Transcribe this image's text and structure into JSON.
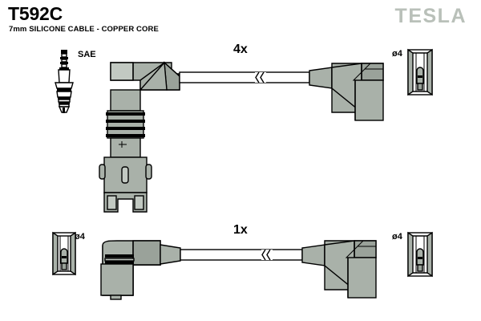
{
  "document": {
    "part_number": "T592C",
    "subtitle": "7mm SILICONE CABLE - COPPER CORE",
    "brand": "TESLA",
    "brand_color": "#b9c0b9",
    "metal_color": "#a9b1a9",
    "line_color": "#000000",
    "background_color": "#ffffff"
  },
  "assemblies": [
    {
      "id": "upper-cable-assembly",
      "quantity_label": "4x",
      "left_terminal": {
        "type": "right-angle-spark-plug-boot",
        "standard_label": "SAE",
        "icon": "spark-plug-icon"
      },
      "right_terminal": {
        "type": "right-angle-distributor-boot",
        "diameter_label": "ø4",
        "icon": "terminal-section-icon"
      }
    },
    {
      "id": "lower-cable-assembly",
      "quantity_label": "1x",
      "left_terminal": {
        "type": "right-angle-distributor-boot",
        "diameter_label": "ø4",
        "icon": "terminal-section-icon"
      },
      "right_terminal": {
        "type": "right-angle-distributor-boot",
        "diameter_label": "ø4",
        "icon": "terminal-section-icon"
      }
    }
  ]
}
